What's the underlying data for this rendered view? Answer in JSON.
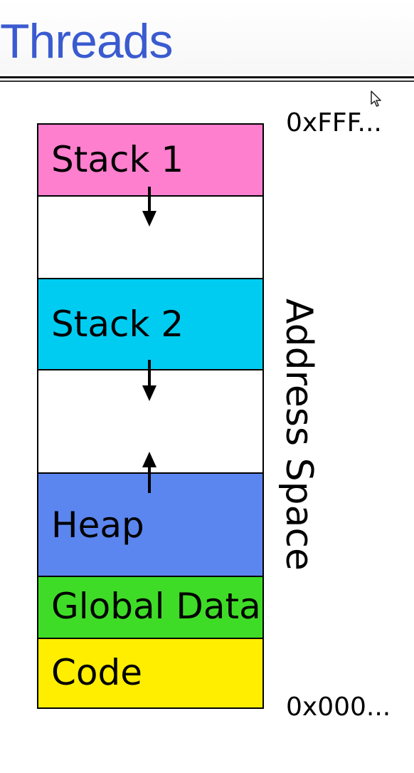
{
  "slide": {
    "title": "Threads"
  },
  "diagram": {
    "segments": [
      {
        "label": "Stack 1",
        "color": "#ff7fcf"
      },
      {
        "label": "",
        "color": "#ffffff"
      },
      {
        "label": "Stack 2",
        "color": "#00ccf2"
      },
      {
        "label": "",
        "color": "#ffffff"
      },
      {
        "label": "Heap",
        "color": "#5b86f0"
      },
      {
        "label": "Global Data",
        "color": "#3fdc27"
      },
      {
        "label": "Code",
        "color": "#ffee00"
      }
    ],
    "address_high": "0xFFF...",
    "address_low": "0x000...",
    "axis_label": "Address Space"
  }
}
